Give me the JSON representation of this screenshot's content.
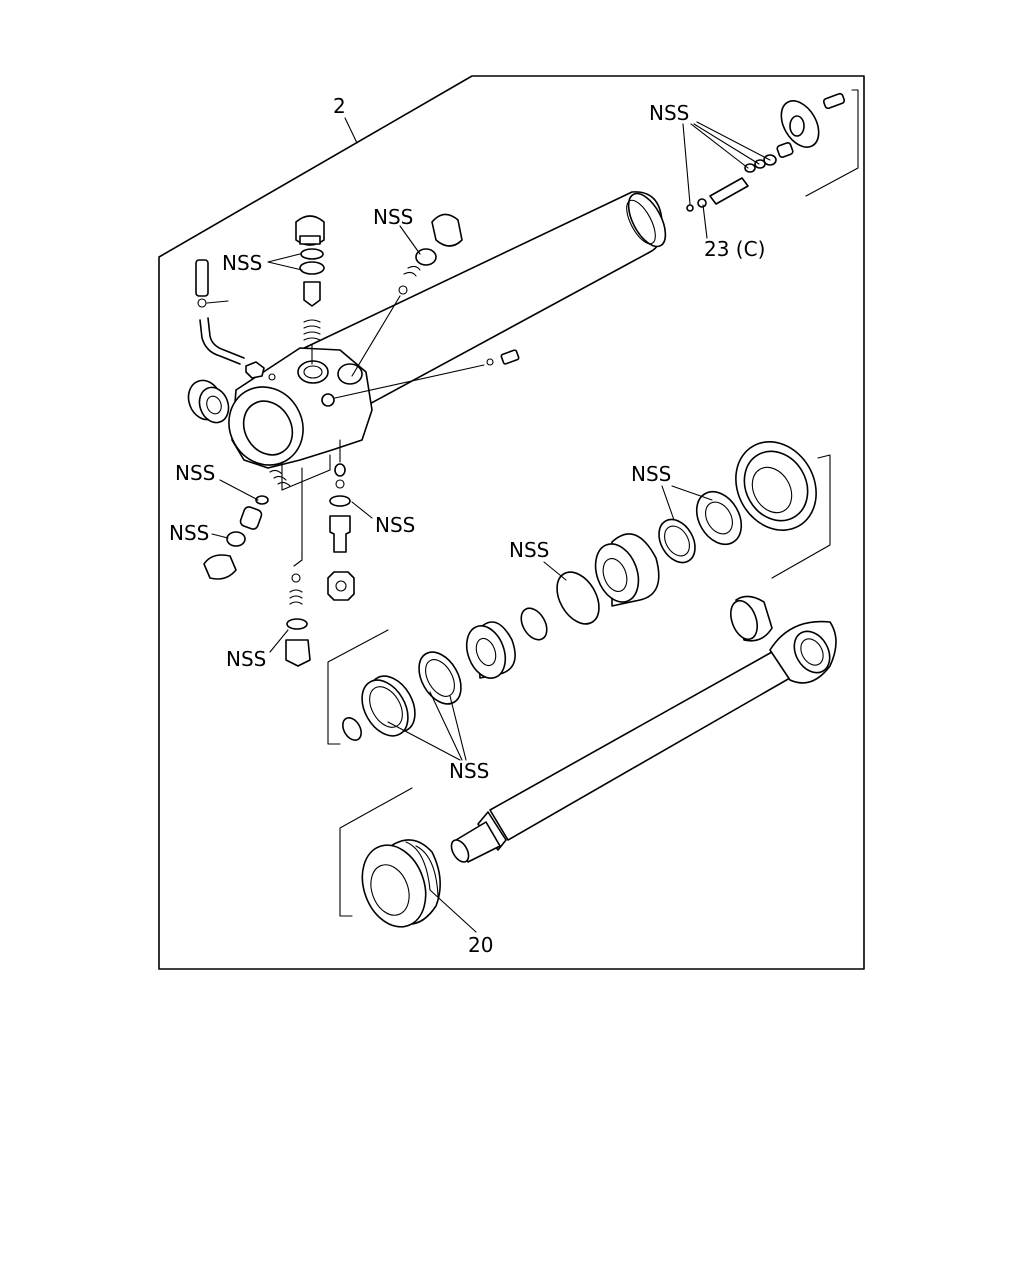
{
  "labels": {
    "assembly": "2",
    "nss": "NSS",
    "valve_ref": "23 (C)",
    "piston": "20"
  }
}
